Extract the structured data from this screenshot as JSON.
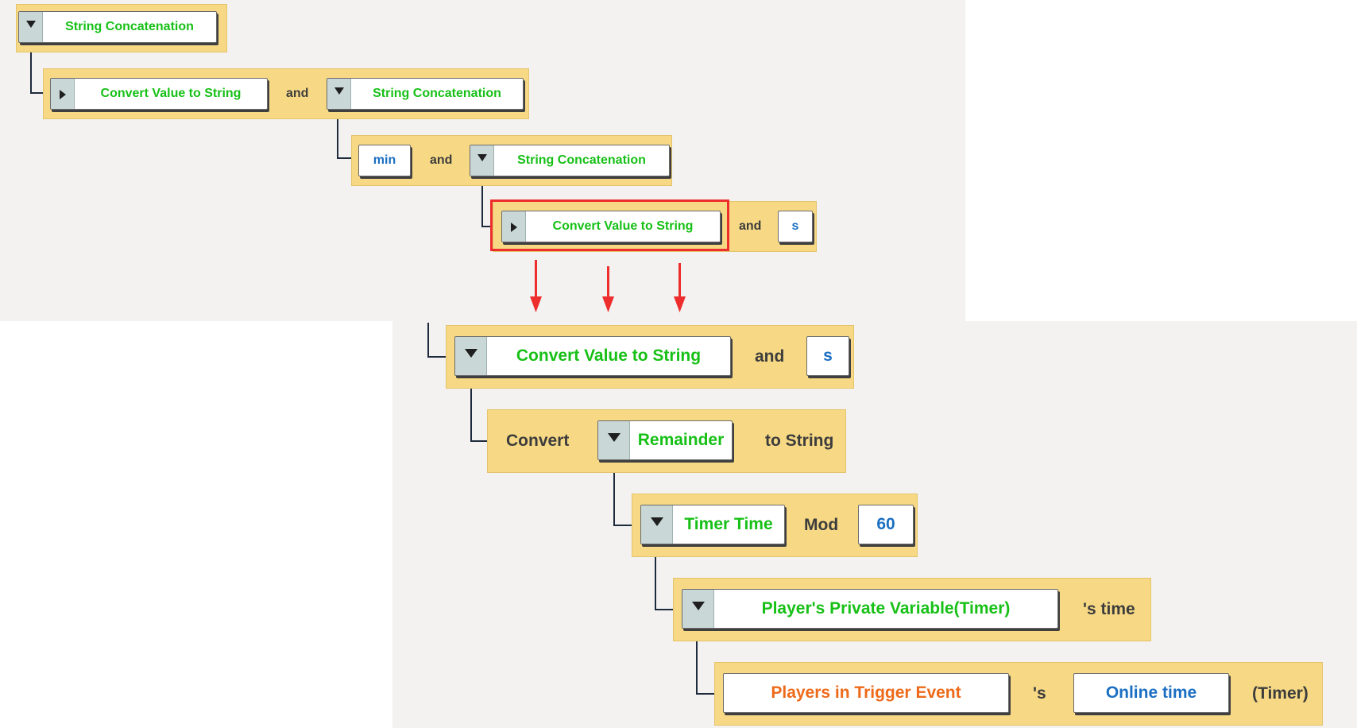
{
  "top": {
    "row1": {
      "block": "String Concatenation"
    },
    "row2": {
      "left": "Convert Value to String",
      "joiner": "and",
      "right": "String Concatenation"
    },
    "row3": {
      "left": "min",
      "joiner": "and",
      "right": "String Concatenation"
    },
    "row4": {
      "left": "Convert Value to String",
      "joiner": "and",
      "right": "s"
    }
  },
  "bottom": {
    "row1": {
      "left": "Convert Value to String",
      "joiner": "and",
      "right": "s"
    },
    "row2": {
      "prefix": "Convert",
      "block": "Remainder",
      "suffix": "to String"
    },
    "row3": {
      "block": "Timer Time",
      "operator": "Mod",
      "value": "60"
    },
    "row4": {
      "block": "Player's Private Variable(Timer)",
      "suffix": "'s time"
    },
    "row5": {
      "block": "Players in Trigger Event",
      "joiner": "'s",
      "value": "Online time",
      "suffix": "(Timer)"
    }
  },
  "colors": {
    "highlight": "#ee2d2d",
    "block_text": "#17c016",
    "value_text": "#1b6fc2",
    "event_text": "#ee6a1a",
    "row_bg": "#f7d985",
    "panel_bg": "#f3f2f1"
  }
}
